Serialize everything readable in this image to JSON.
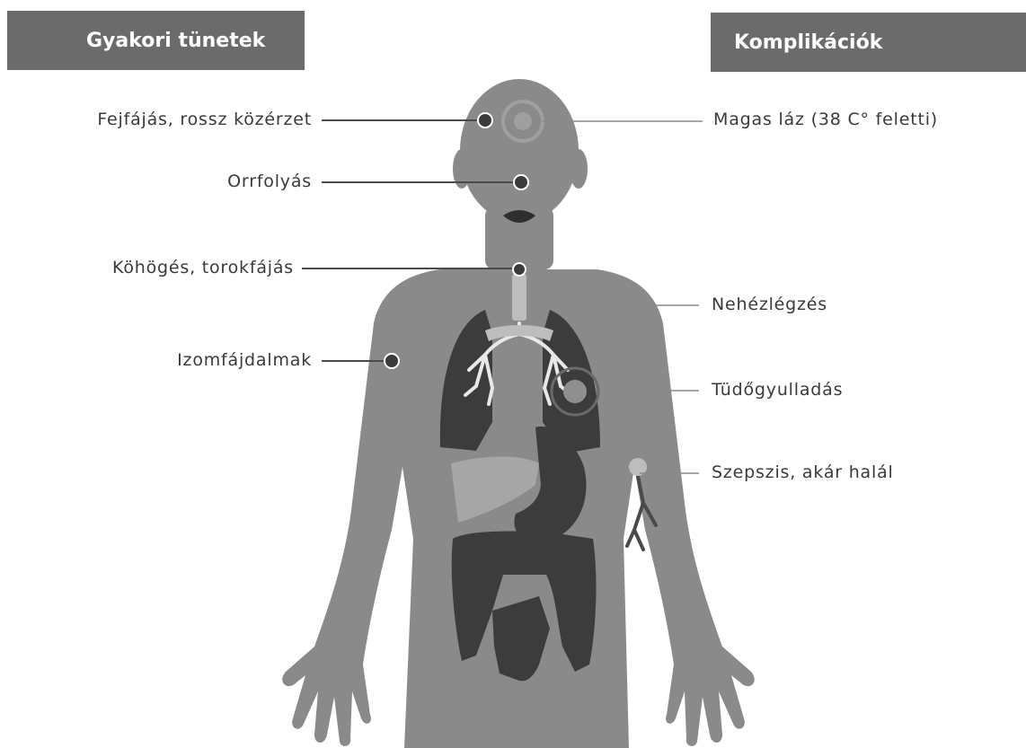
{
  "headers": {
    "left": "Gyakori tünetek",
    "right": "Komplikációk"
  },
  "symptoms": [
    "Fejfájás, rossz közérzet",
    "Orrfolyás",
    "Köhögés, torokfájás",
    "Izomfájdalmak"
  ],
  "complications": [
    "Magas láz (38 C° feletti)",
    "Nehézlégzés",
    "Tüdőgyulladás",
    "Szepszis, akár halál"
  ],
  "colors": {
    "header_bg": "#6b6b6b",
    "header_text": "#ffffff",
    "body": "#8a8a8a",
    "organs_dark": "#3c3c3c",
    "liver": "#a6a6a6",
    "marker_fill": "#3b3b3b"
  }
}
